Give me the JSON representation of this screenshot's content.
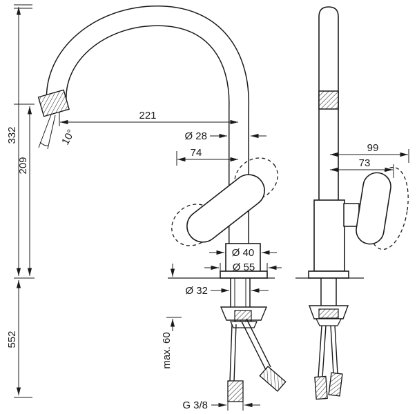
{
  "colors": {
    "line": "#1a1a1a",
    "background": "#ffffff"
  },
  "dims": {
    "total_height": "332",
    "spout_outlet_height": "209",
    "below_counter_length": "552",
    "spout_reach": "221",
    "spray_angle": "10°",
    "spout_diameter": "Ø 28",
    "handle_front_offset": "74",
    "body_diameter": "Ø 40",
    "base_diameter": "Ø 55",
    "hole_diameter": "Ø 32",
    "max_deck_thickness": "max. 60",
    "connection_thread": "G 3/8",
    "handle_side_reach": "99",
    "handle_side_offset": "73"
  }
}
